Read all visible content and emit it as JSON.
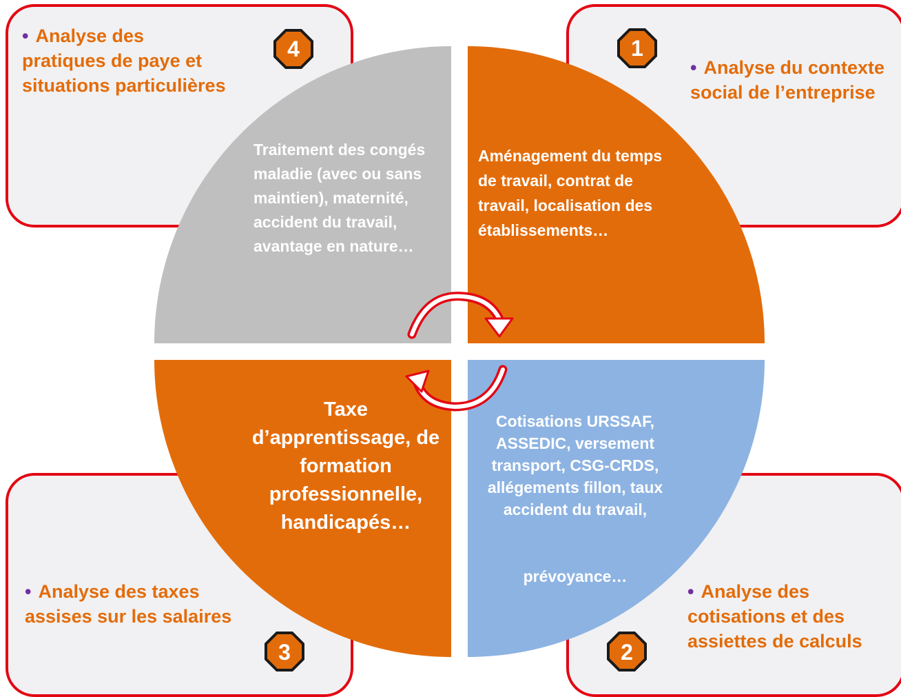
{
  "cards": [
    {
      "id": "1",
      "number": "1",
      "title": "Analyse du contexte social de l’entreprise"
    },
    {
      "id": "2",
      "number": "2",
      "title": "Analyse des cotisations et des assiettes de calculs"
    },
    {
      "id": "3",
      "number": "3",
      "title": "Analyse des taxes assises sur les salaires"
    },
    {
      "id": "4",
      "number": "4",
      "title": "Analyse des pratiques de paye et situations particulières"
    }
  ],
  "quadrants": {
    "top_right": {
      "text": "Aménagement du temps de travail, contrat de travail, localisation des établissements…",
      "color": "#e36c0a"
    },
    "bottom_right": {
      "text": "Cotisations URSSAF, ASSEDIC, versement transport, CSG-CRDS,  allégements fillon,  taux accident du travail,",
      "text2": "prévoyance…",
      "color": "#8db3e2"
    },
    "bottom_left": {
      "text": "Taxe d’apprentissage, de formation professionnelle, handicapés…",
      "color": "#e36c0a"
    },
    "top_left": {
      "text": "Traitement des congés maladie (avec ou sans maintien), maternité, accident du travail, avantage en nature…",
      "color": "#bfbfbf"
    }
  },
  "colors": {
    "card_border": "#e30613",
    "card_background": "#f1f1f3",
    "title_text": "#e36c0a",
    "bullet": "#7030a0",
    "badge_fill": "#e36c0a",
    "cycle_arrow": "#e30613"
  },
  "icons": {
    "cycle": "circular-arrows-icon",
    "badge": "octagon-number-badge"
  }
}
